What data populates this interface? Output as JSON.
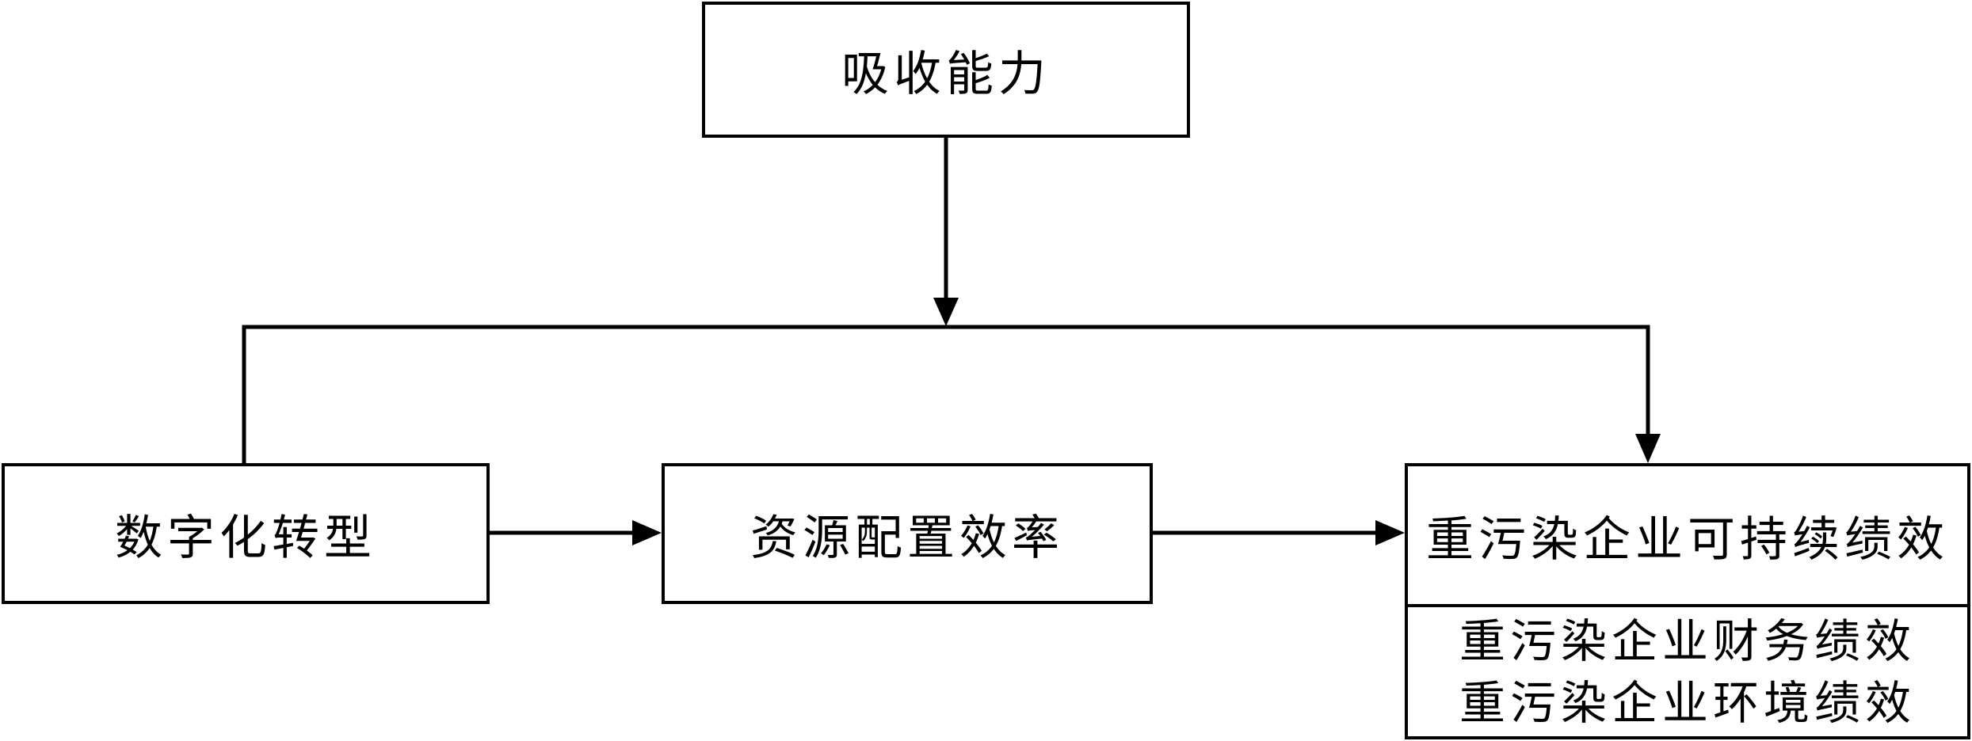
{
  "nodes": {
    "absorptive_capacity": "吸收能力",
    "digital_transformation": "数字化转型",
    "resource_allocation": "资源配置效率",
    "sustainable_performance": {
      "title": "重污染企业可持续绩效",
      "components": [
        "重污染企业财务绩效",
        "重污染企业环境绩效"
      ]
    }
  },
  "edges": [
    {
      "from": "digital_transformation",
      "to": "resource_allocation"
    },
    {
      "from": "resource_allocation",
      "to": "sustainable_performance"
    },
    {
      "from": "digital_transformation",
      "to": "sustainable_performance"
    },
    {
      "from": "absorptive_capacity",
      "to": "edge:digital_transformation-sustainable_performance",
      "type": "moderation"
    }
  ]
}
